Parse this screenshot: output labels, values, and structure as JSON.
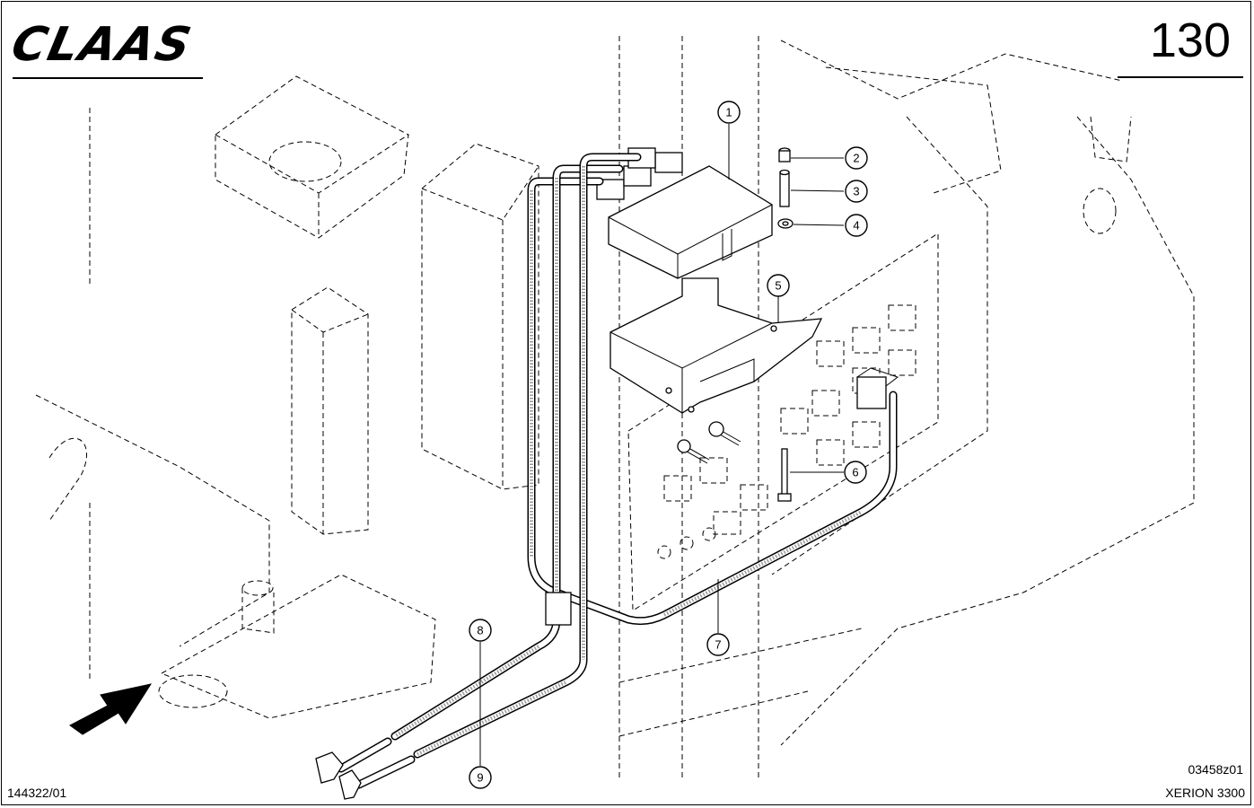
{
  "header": {
    "brand": "CLAAS",
    "page_number": "130"
  },
  "footer": {
    "left_code": "144322/01",
    "drawing_code": "03458z01",
    "model": "XERION 3300"
  },
  "callouts": [
    "1",
    "2",
    "3",
    "4",
    "5",
    "6",
    "7",
    "8",
    "9"
  ],
  "icons": {
    "arrow": "direction-arrow-icon"
  }
}
